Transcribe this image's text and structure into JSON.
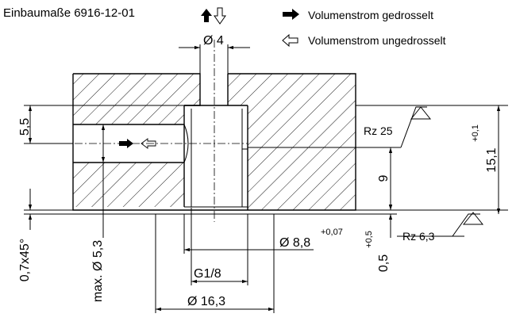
{
  "title": "Einbaumaße 6916-12-01",
  "legend": {
    "throttled": "Volumenstrom gedrosselt",
    "unthrottled": "Volumenstrom ungedrosselt"
  },
  "dimensions": {
    "d_top_bore": "Ø 4",
    "height_5_5": "5,5",
    "rz_25": "Rz 25",
    "total_height": "15,1",
    "total_height_tol": "+0,1",
    "depth_9": "9",
    "chamfer": "0,7x45°",
    "max_d_5_3": "max. Ø 5,3",
    "d_8_8": "Ø 8,8",
    "d_8_8_tol": "+0,07",
    "depth_0_5": "0,5",
    "depth_0_5_tol": "+0,5",
    "rz_6_3": "Rz  6,3",
    "thread": "G1/8",
    "d_16_3": "Ø 16,3"
  }
}
